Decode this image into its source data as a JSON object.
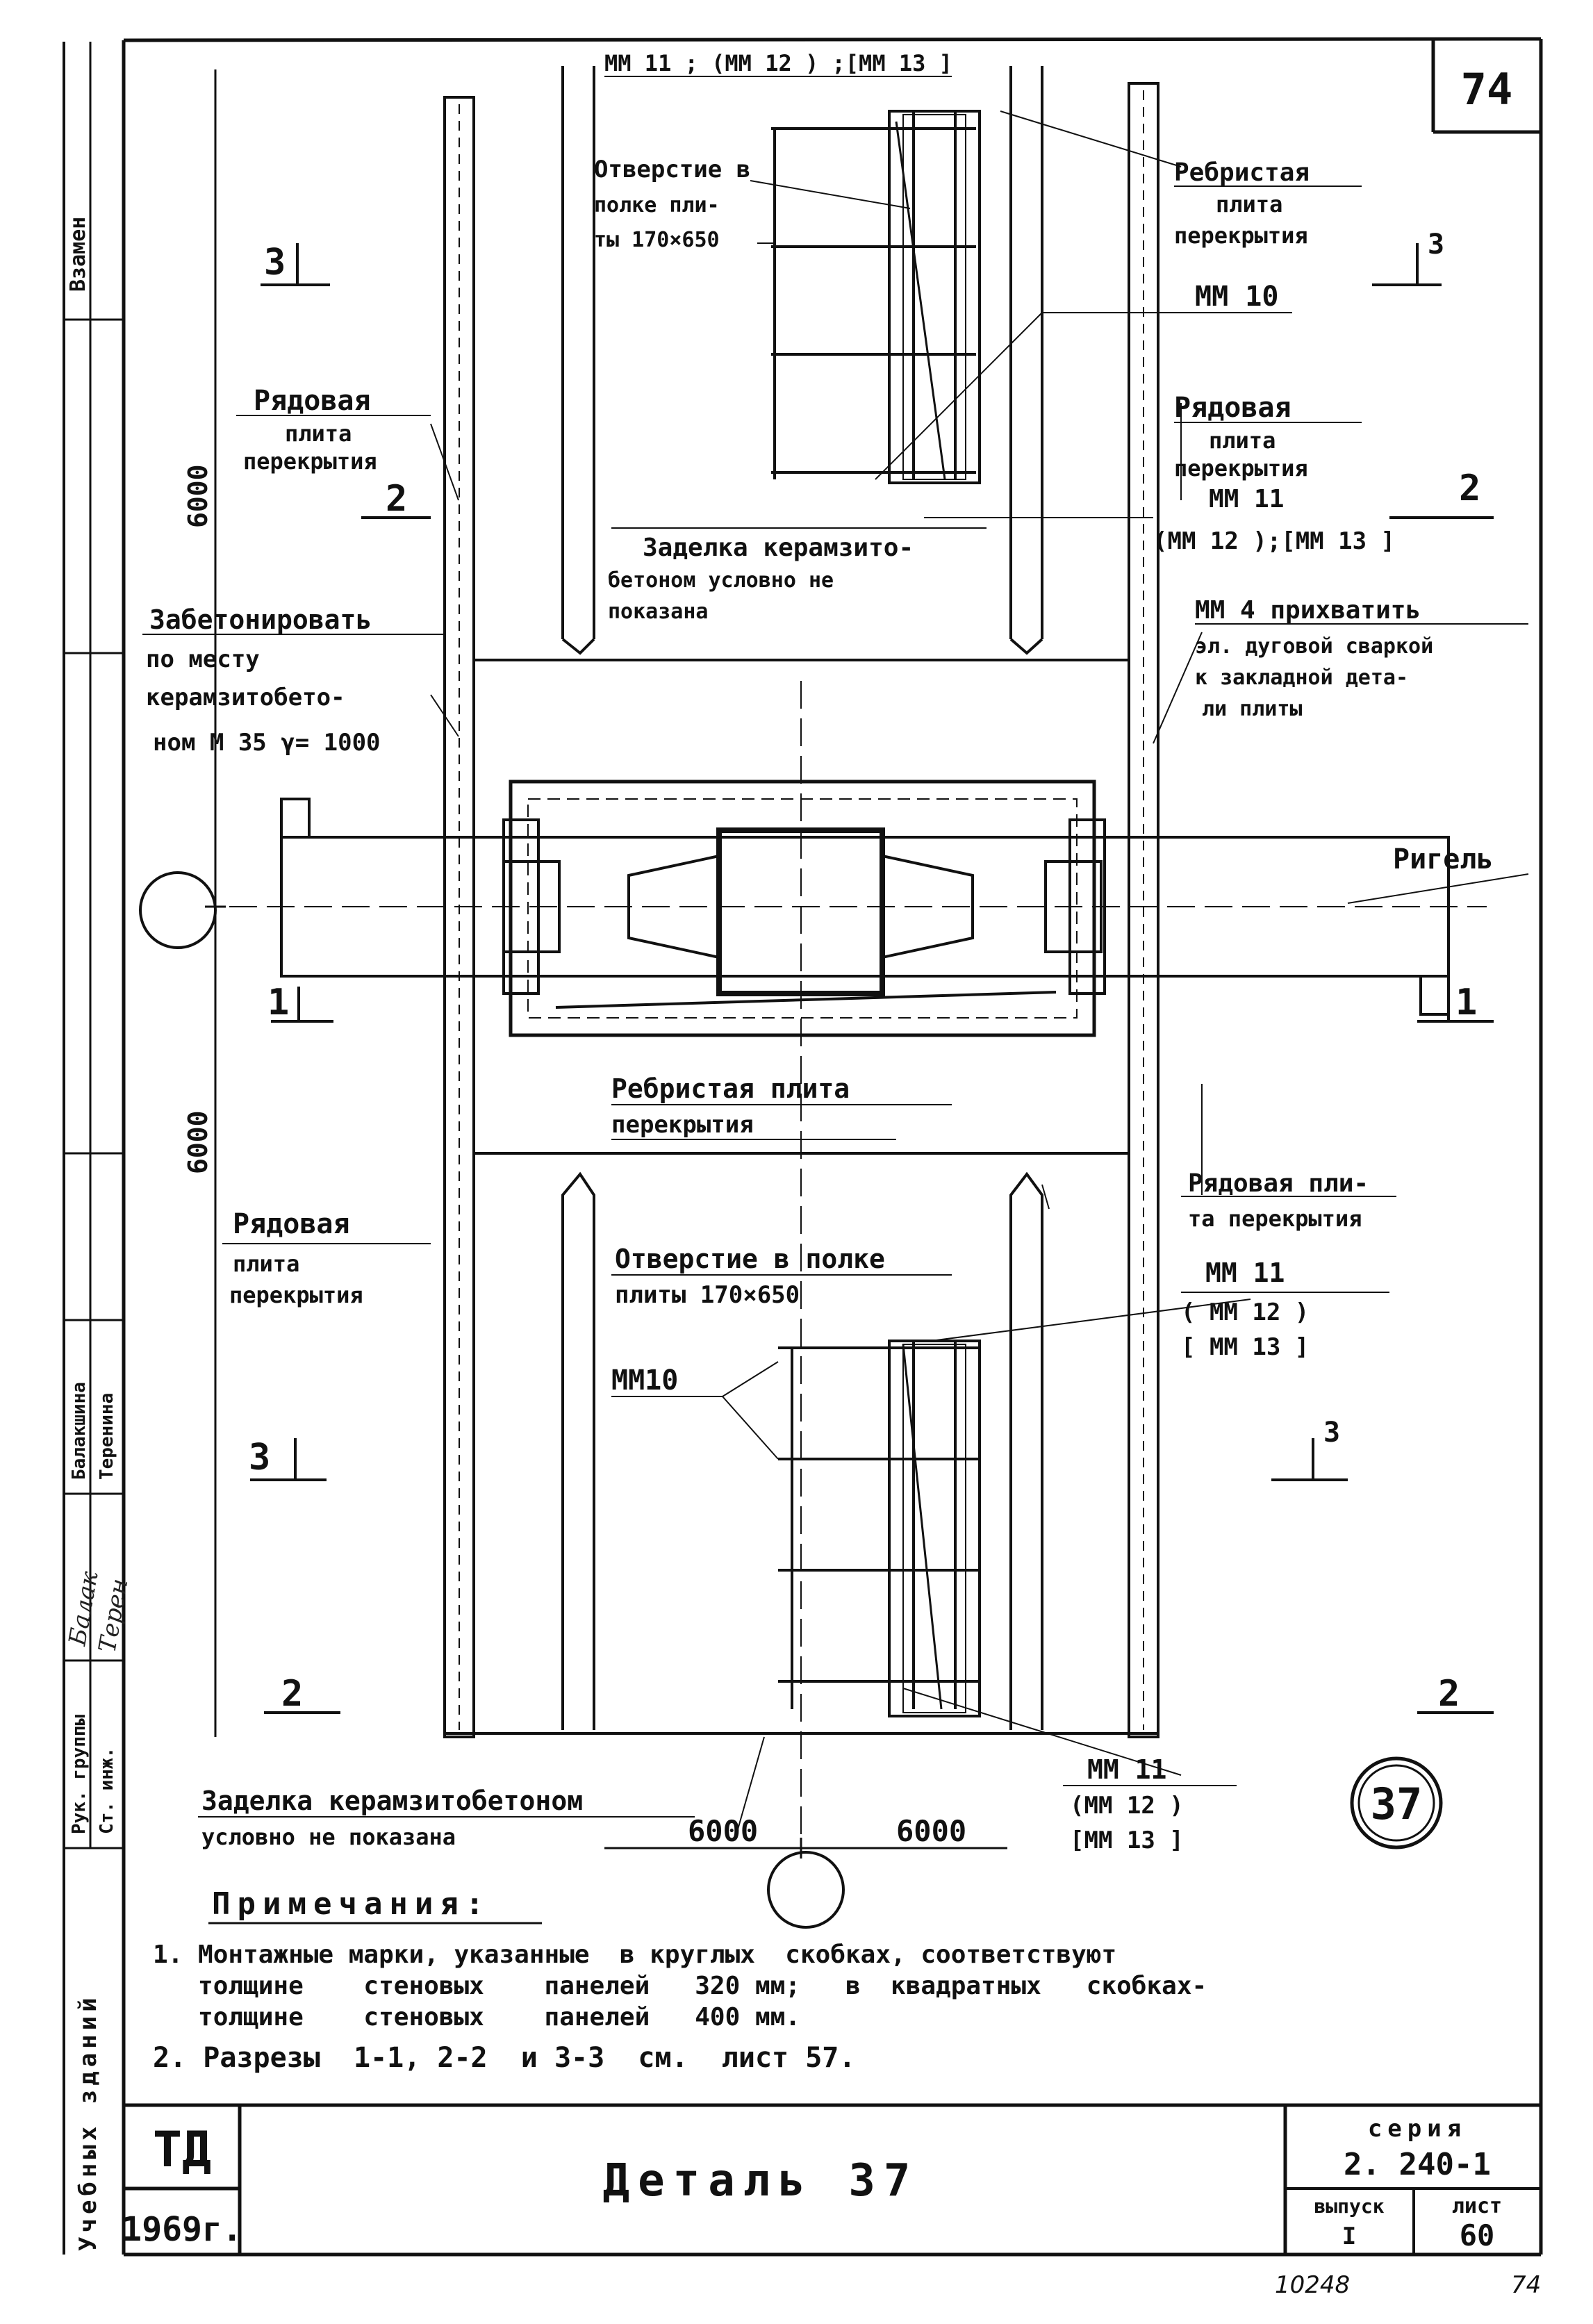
{
  "sheet_number": "74",
  "stamp": {
    "vzamen": "Взамен",
    "ruk_gruppy": "Рук. группы",
    "st_inzh": "Ст. инж.",
    "name1": "Балакшина",
    "name2": "Теренина",
    "sign1": "Балак",
    "sign2": "Терен"
  },
  "side_title": "Учебных зданий",
  "marks_top": "ММ 11 ; (ММ 12 ) ;[ММ 13 ]",
  "labels": {
    "opening_top_1": "Отверстие в",
    "opening_top_2": "полке пли-",
    "opening_top_3": "ты 170×650",
    "ribbed_top_1": "Ребристая",
    "ribbed_top_2": "плита",
    "ribbed_top_3": "перекрытия",
    "mm10_top": "ММ 10",
    "row_tr_1": "Рядовая",
    "row_tr_2": "плита",
    "row_tr_3": "перекрытия",
    "row_tr_4": "ММ 11",
    "row_tr_5": "(ММ 12 );[ММ 13 ]",
    "row_tl_1": "Рядовая",
    "row_tl_2": "плита",
    "row_tl_3": "перекрытия",
    "seal_top_1": "Заделка керамзито-",
    "seal_top_2": "бетоном условно не",
    "seal_top_3": "показана",
    "concrete_1": "Забетонировать",
    "concrete_2": "по месту",
    "concrete_3": "керамзитобето-",
    "concrete_4": "ном  М 35  γ= 1000",
    "mm4_1": "ММ 4  прихватить",
    "mm4_2": "эл. дуговой сваркой",
    "mm4_3": "к закладной дета-",
    "mm4_4": "ли плиты",
    "rigel": "Ригель",
    "ribbed_mid_1": "Ребристая плита",
    "ribbed_mid_2": "перекрытия",
    "row_br_1": "Рядовая пли-",
    "row_br_2": "та перекрытия",
    "row_bl_1": "Рядовая",
    "row_bl_2": "плита",
    "row_bl_3": "перекрытия",
    "opening_bot_1": "Отверстие в полке",
    "opening_bot_2": "плиты  170×650",
    "mm11_mid_1": "ММ 11",
    "mm11_mid_2": "( ММ 12 )",
    "mm11_mid_3": "[ ММ 13 ]",
    "mm10_bot": "ММ10",
    "seal_bot_1": "Заделка керамзитобетоном",
    "seal_bot_2": "условно не показана",
    "mm11_bot_1": "ММ 11",
    "mm11_bot_2": "(ММ 12 )",
    "mm11_bot_3": "[ММ 13 ]"
  },
  "dims": {
    "v_top": "6000",
    "v_bottom": "6000",
    "h_left": "6000",
    "h_right": "6000"
  },
  "sections": {
    "s3": "3",
    "s2": "2",
    "s1": "1"
  },
  "detail_number": "37",
  "notes": {
    "title": "Примечания:",
    "n1a": "1. Монтажные марки, указанные  в круглых  скобках, соответствуют",
    "n1b": "   толщине    стеновых    панелей   320 мм;   в  квадратных   скобках-",
    "n1c": "   толщине    стеновых    панелей   400 мм.",
    "n2": "2. Разрезы  1-1, 2-2  и 3-3  см.  лист 57."
  },
  "title_block": {
    "td": "ТД",
    "year": "1969г.",
    "title": "Деталь 37",
    "series_label": "серия",
    "series_value": "2. 240-1",
    "issue_label": "выпуск",
    "issue_value": "I",
    "sheet_label": "лист",
    "sheet_value": "60"
  },
  "footer": {
    "inv": "10248",
    "page": "74"
  }
}
